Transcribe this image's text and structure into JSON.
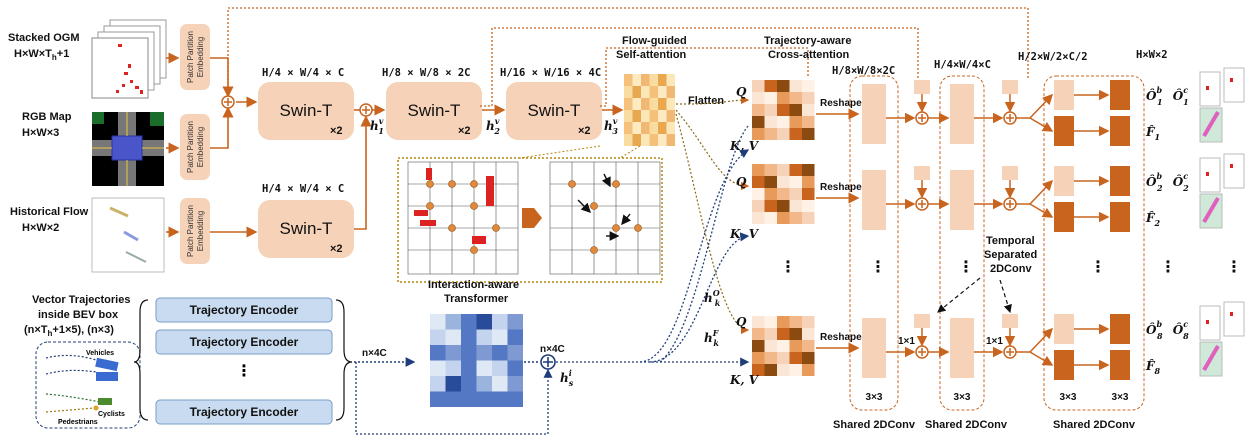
{
  "inputs": {
    "ogm_title": "Stacked OGM",
    "ogm_dim": "H×W×T",
    "ogm_dim_sub": "h",
    "ogm_dim_tail": "+1",
    "rgb_title": "RGB Map",
    "rgb_dim": "H×W×3",
    "flow_title": "Historical Flow",
    "flow_dim": "H×W×2"
  },
  "patch": {
    "line1": "Patch Partition",
    "line2": "Embedding"
  },
  "swin": {
    "label": "Swin-T",
    "mult": "×2"
  },
  "dims": {
    "d4": "H/4 × W/4 × C",
    "d4b": "H/4 × W/4 × C",
    "d8": "H/8 × W/8 × 2C",
    "d16": "H/16 × W/16 × 4C",
    "dec8": "H/8×W/8×2C",
    "dec4": "H/4×W/4×C",
    "dec2": "H/2×W/2×C/2",
    "out": "H×W×2"
  },
  "features": {
    "h1": "h",
    "h1sup": "v",
    "h1sub": "1",
    "h2": "h",
    "h2sup": "v",
    "h2sub": "2",
    "h3": "h",
    "h3sup": "v",
    "h3sub": "3"
  },
  "fgsa": {
    "line1": "Flow-guided",
    "line2": "Self-attention",
    "flatten": "Flatten"
  },
  "taca": {
    "line1": "Trajectory-aware",
    "line2": "Cross-attention",
    "q": "Q",
    "kv": "K, V",
    "reshape": "Reshape"
  },
  "traj": {
    "title1": "Vector Trajectories",
    "title2": "inside BEV box",
    "title3": "(n×T",
    "title3sub": "h",
    "title3tail": "+1×5), (n×3)",
    "encoder": "Trajectory Encoder",
    "dots": "⋮",
    "legend": {
      "vehicles": "Vehicles",
      "cyclists": "Cyclists",
      "pedestrians": "Pedestrians"
    }
  },
  "iat": {
    "line1": "Interaction-aware",
    "line2": "Transformer",
    "n4c": "n×4C",
    "n4c2": "n×4C",
    "hs": "h",
    "hs_sup": "i",
    "hs_sub": "s"
  },
  "hko": {
    "h": "h",
    "sup": "O",
    "sub": "k"
  },
  "hkf": {
    "h": "h",
    "sup": "F",
    "sub": "k"
  },
  "decoder": {
    "shared1": "Shared 2DConv",
    "shared2": "Shared 2DConv",
    "shared3": "Shared 2DConv",
    "k33": "3×3",
    "k11": "1×1",
    "temporal1": "Temporal",
    "temporal2": "Separated",
    "temporal3": "2DConv"
  },
  "outputs": [
    {
      "o": "Ô",
      "osup_b": "b",
      "osub": "1",
      "osup_c": "c",
      "f": "F̂",
      "fsub": "1"
    },
    {
      "o": "Ô",
      "osup_b": "b",
      "osub": "2",
      "osup_c": "c",
      "f": "F̂",
      "fsub": "2"
    },
    {
      "o": "Ô",
      "osup_b": "b",
      "osub": "8",
      "osup_c": "c",
      "f": "F̂",
      "fsub": "8"
    }
  ],
  "colors": {
    "orange": "#c8641e",
    "blue_dotted": "#1f3d7a",
    "box_fill": "#f6d3b8",
    "dark_orange": "#c8641e",
    "encoder_fill": "#c9dbf0"
  }
}
